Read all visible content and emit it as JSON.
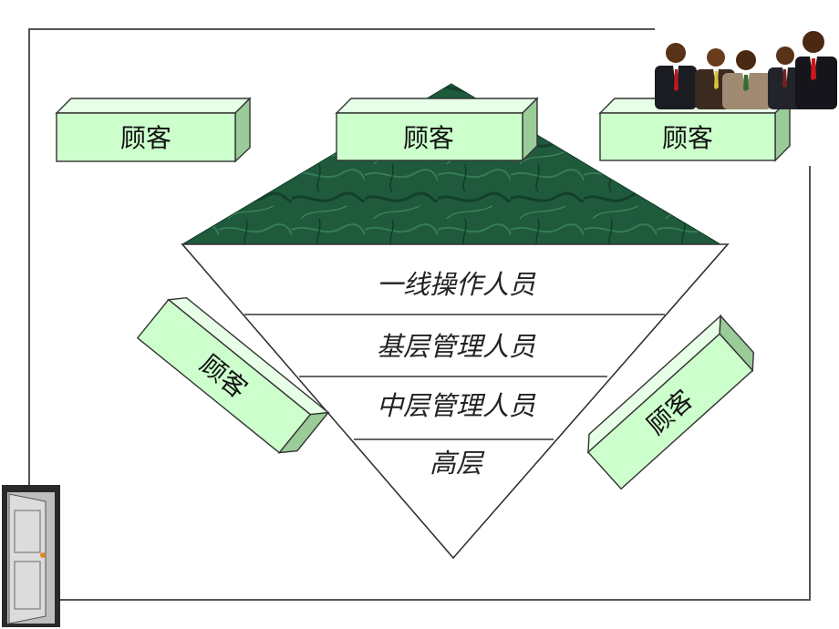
{
  "diagram": {
    "levels": [
      "一线操作人员",
      "基层管理人员",
      "中层管理人员",
      "高层"
    ],
    "customers": [
      "顾客",
      "顾客",
      "顾客",
      "顾客",
      "顾客"
    ]
  },
  "colors": {
    "box_front": "#ccffcc",
    "box_top": "#e6ffe6",
    "box_side": "#99cc99",
    "marble": "#1f5a3c",
    "frame": "#555555"
  },
  "icons": {
    "people": "business-people-icon",
    "door": "door-icon"
  }
}
